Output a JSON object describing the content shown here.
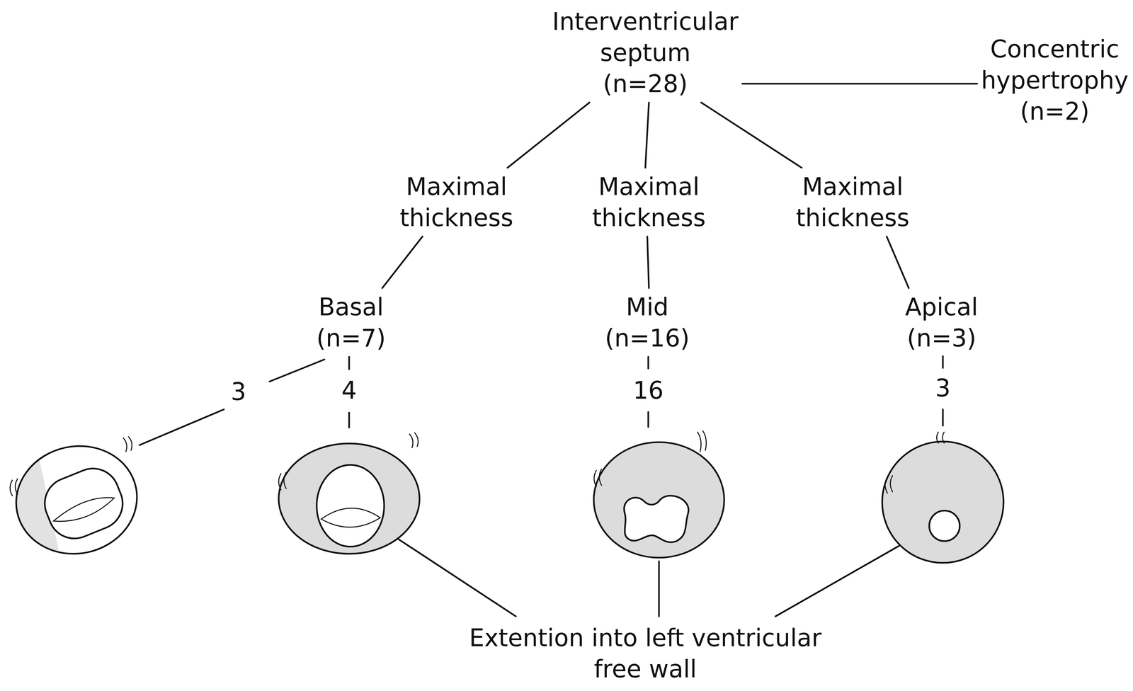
{
  "diagram": {
    "nodes": [
      {
        "text": [
          "Interventricular septum",
          "(n=28)"
        ]
      },
      {
        "text": [
          "Concentric hypertrophy",
          "(n=2)"
        ]
      },
      {
        "text": [
          "Maximal thickness"
        ]
      },
      {
        "text": [
          "Maximal thickness"
        ]
      },
      {
        "text": [
          "Maximal thickness"
        ]
      },
      {
        "text": [
          "Basal",
          "(n=7)"
        ]
      },
      {
        "text": [
          "Mid",
          "(n=16)"
        ]
      },
      {
        "text": [
          "Apical",
          "(n=3)"
        ]
      },
      {
        "text": [
          "Extention into left ventricular free wall"
        ]
      }
    ],
    "edges": [
      {
        "from": 0,
        "to": 1,
        "arrow": "none"
      },
      {
        "from": 0,
        "to": 2,
        "arrow": "none"
      },
      {
        "from": 0,
        "to": 3,
        "arrow": "none"
      },
      {
        "from": 0,
        "to": 4,
        "arrow": "none"
      },
      {
        "from": 2,
        "to": 5,
        "arrow": "none"
      },
      {
        "from": 3,
        "to": 6,
        "arrow": "none"
      },
      {
        "from": 4,
        "to": 7,
        "arrow": "none"
      }
    ],
    "labels": [
      "3",
      "4",
      "16",
      "3"
    ]
  }
}
